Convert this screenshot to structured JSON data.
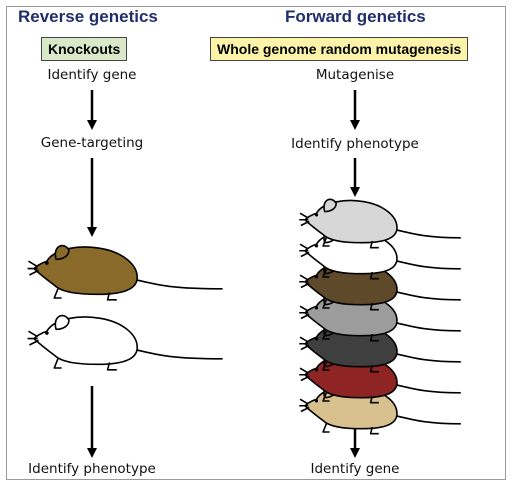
{
  "reverse": {
    "heading": "Reverse genetics",
    "box_label": "Knockouts",
    "steps": [
      "Identify gene",
      "Gene-targeting",
      "Identify phenotype"
    ],
    "mice": [
      {
        "name": "brown-mouse",
        "color": "#8a6a2a"
      },
      {
        "name": "white-mouse",
        "color": "#ffffff"
      }
    ]
  },
  "forward": {
    "heading": "Forward genetics",
    "box_label": "Whole genome random mutagenesis",
    "steps": [
      "Mutagenise",
      "Identify phenotype",
      "Identify gene"
    ],
    "mice": [
      {
        "name": "light-grey-mouse",
        "color": "#d7d7d7"
      },
      {
        "name": "white-mouse",
        "color": "#ffffff"
      },
      {
        "name": "dark-brown-mouse",
        "color": "#5e4a2a"
      },
      {
        "name": "grey-mouse",
        "color": "#9c9c9c"
      },
      {
        "name": "charcoal-mouse",
        "color": "#3f3f3f"
      },
      {
        "name": "red-mouse",
        "color": "#8e2424"
      },
      {
        "name": "tan-mouse",
        "color": "#d8c08f"
      }
    ]
  },
  "colors": {
    "heading": "#1f2f6b",
    "knockouts_box": "#d9e8c8",
    "mutagenesis_box": "#fbf4a8",
    "arrow": "#000000"
  }
}
